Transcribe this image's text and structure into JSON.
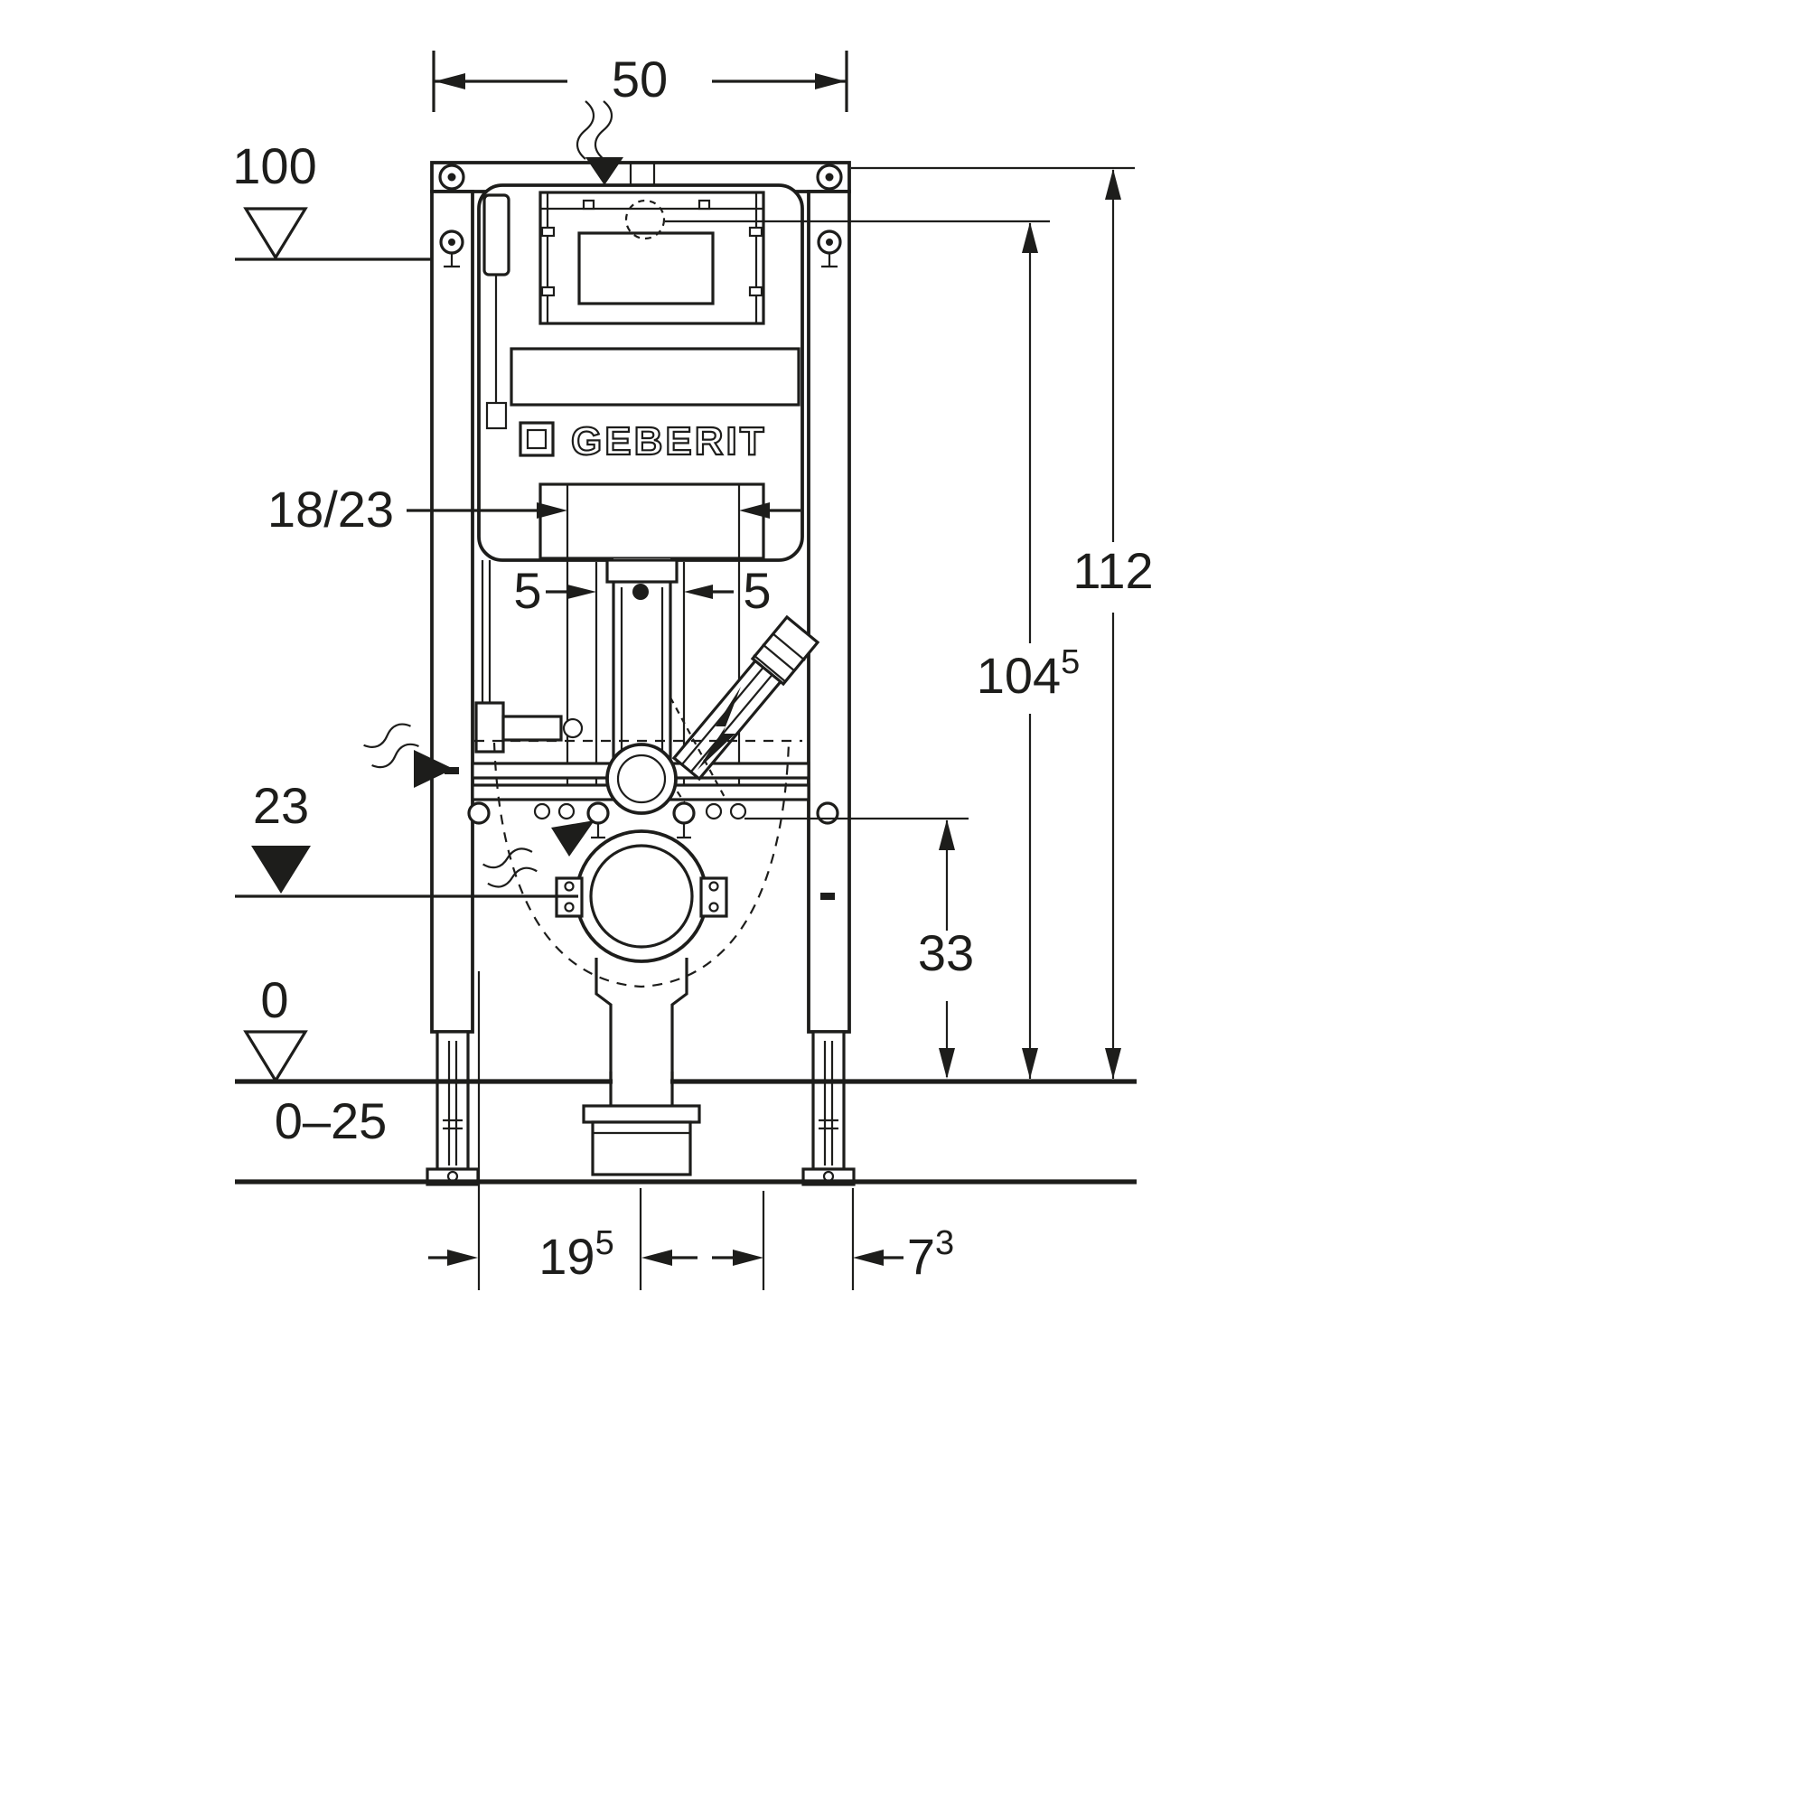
{
  "brand": {
    "logo_text": "GEBERIT"
  },
  "dimensions": {
    "top_width": "50",
    "datum_upper": "100",
    "overall_height": "112",
    "inner_height_base": "104",
    "inner_height_sup": "5",
    "flush_pipe_range": "18/23",
    "offset_left": "5",
    "offset_right": "5",
    "datum_mid": "23",
    "outlet_height": "33",
    "datum_floor": "0",
    "floor_buildup_range": "0–25",
    "supply_offset_base": "19",
    "supply_offset_sup": "5",
    "side_offset_base": "7",
    "side_offset_sup": "3"
  }
}
